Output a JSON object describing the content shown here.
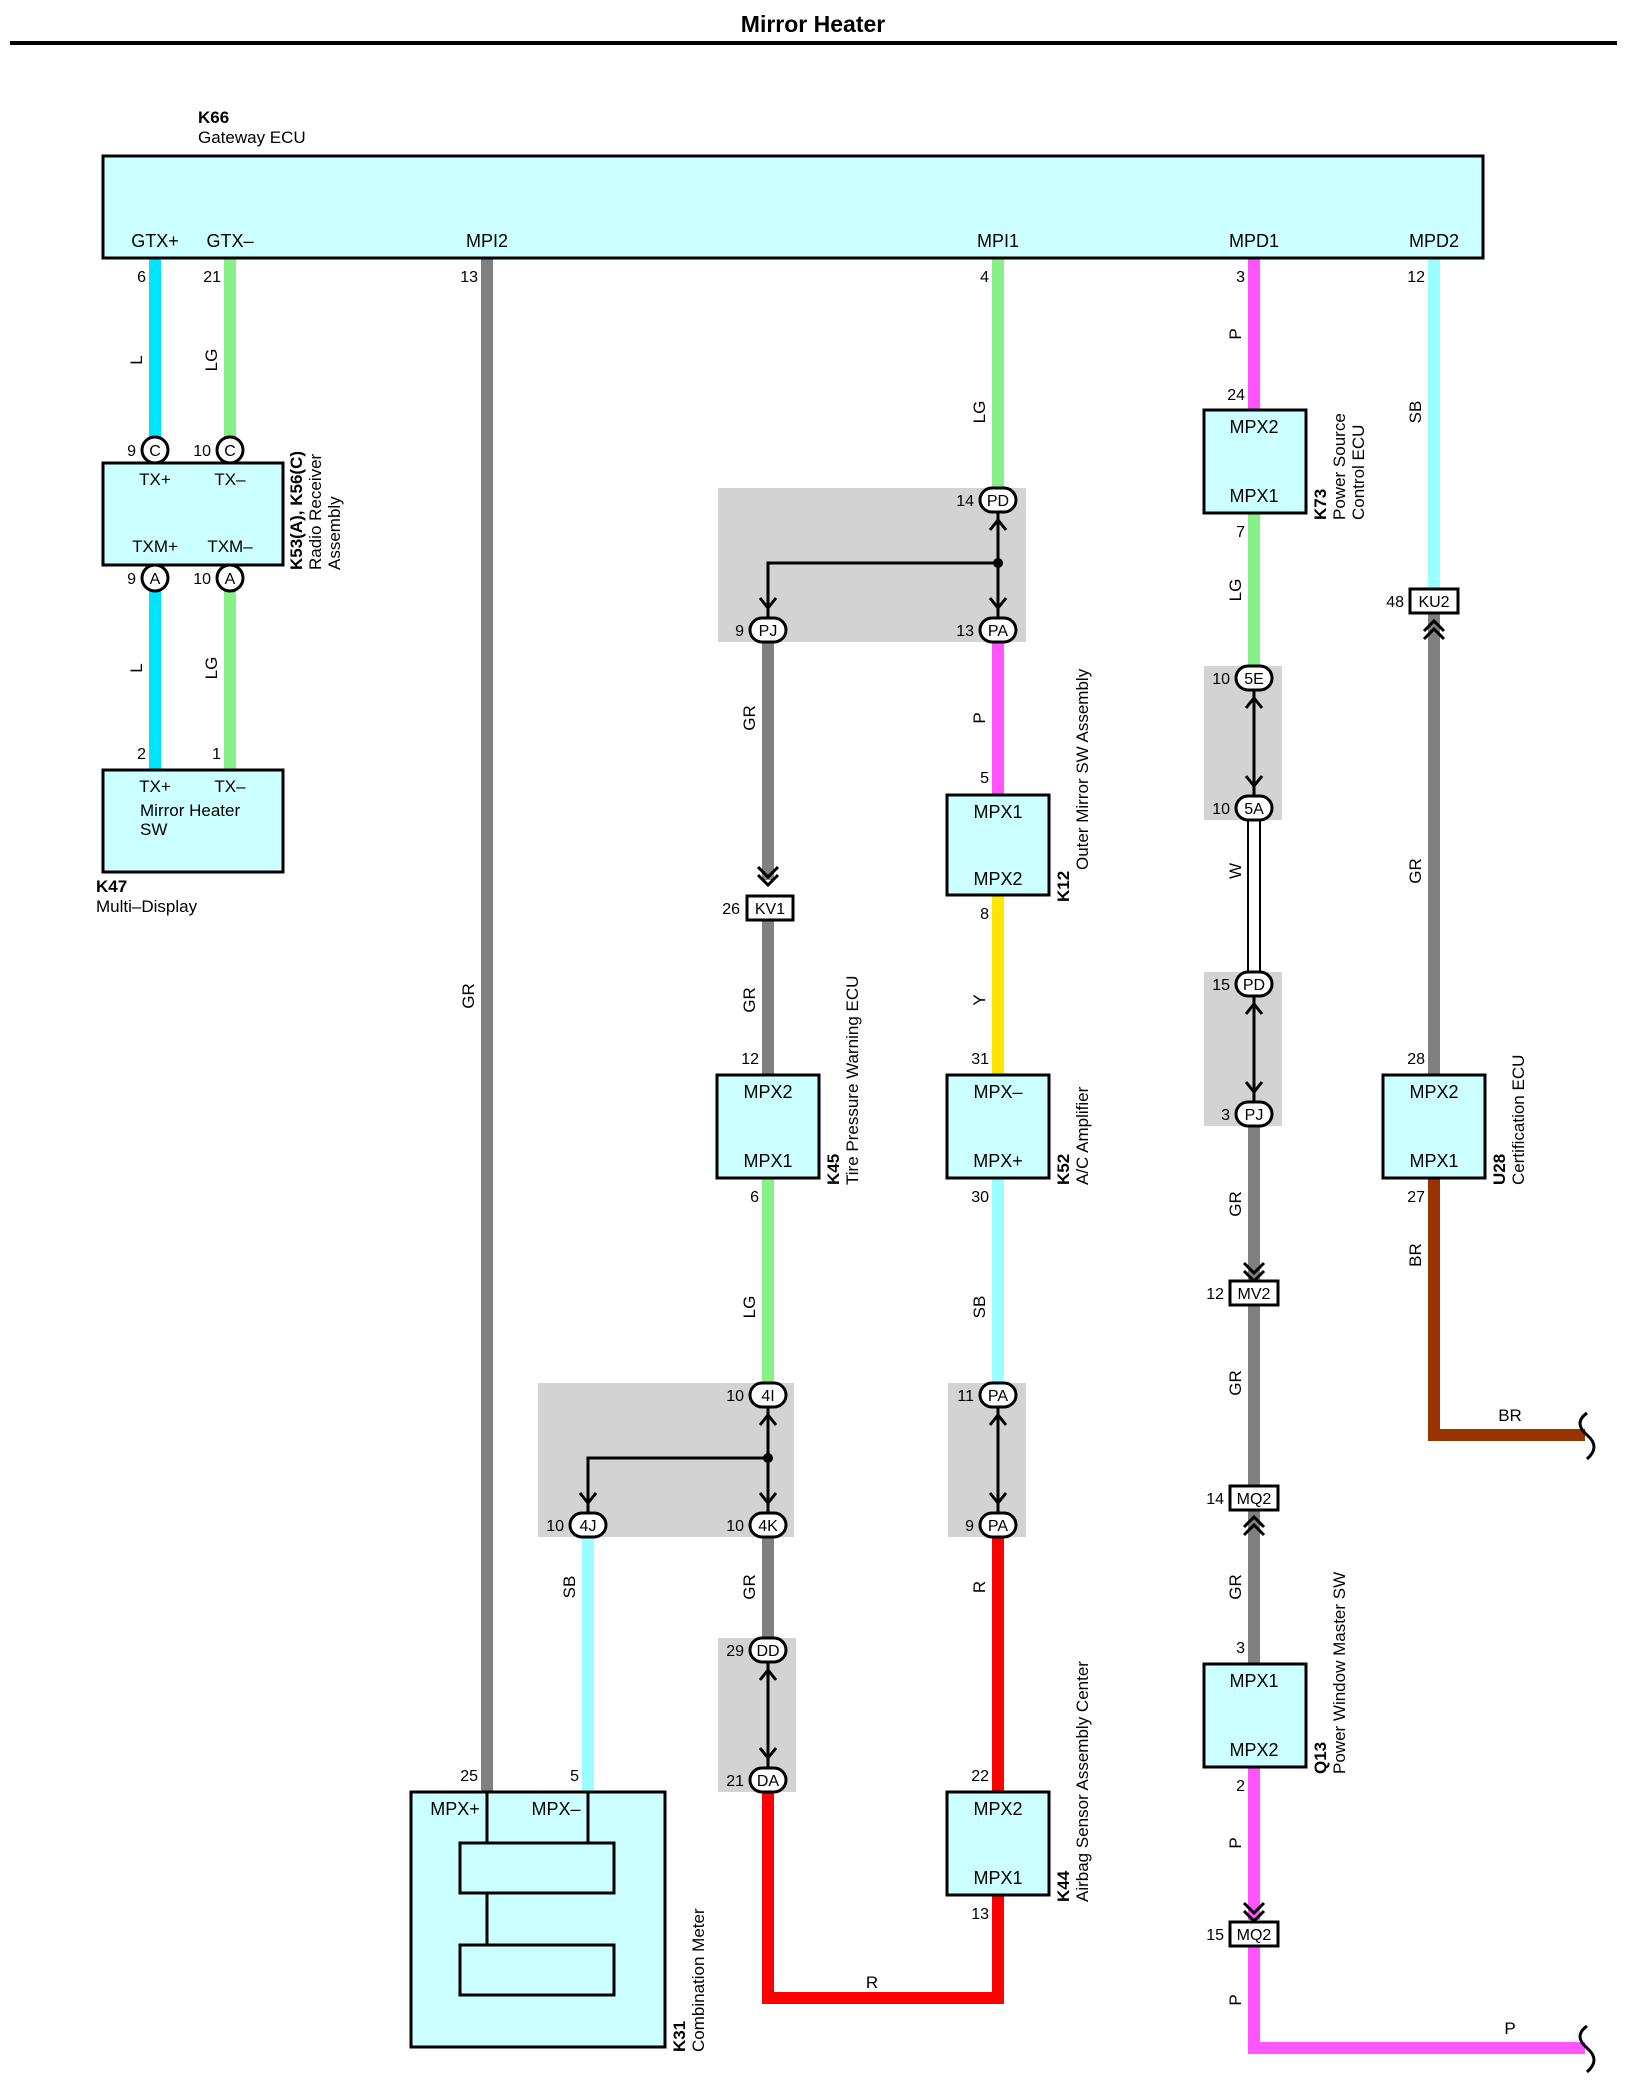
{
  "title": "Mirror Heater",
  "colors": {
    "L": "#00e5ff",
    "LG": "#88f088",
    "GR": "#808080",
    "P": "#ff55ff",
    "SB": "#99ffff",
    "Y": "#ffe600",
    "R": "#ff0000",
    "BR": "#993300",
    "W": "#ffffff",
    "component": "#ccffff",
    "junction": "#d3d3d3"
  },
  "components": {
    "k66": {
      "id": "K66",
      "name": "Gateway ECU",
      "pins": {
        "gtxp": "GTX+",
        "gtxm": "GTX–",
        "mpi2": "MPI2",
        "mpi1": "MPI1",
        "mpd1": "MPD1",
        "mpd2": "MPD2"
      }
    },
    "k53": {
      "id": "K53(A), K56(C)",
      "name1": "Radio Receiver",
      "name2": "Assembly",
      "pins": {
        "txp": "TX+",
        "txm": "TX–",
        "txmp": "TXM+",
        "txmm": "TXM–"
      }
    },
    "k47": {
      "id": "K47",
      "name": "Multi–Display",
      "inner1": "Mirror Heater",
      "inner2": "SW",
      "pins": {
        "txp": "TX+",
        "txm": "TX–"
      }
    },
    "k73": {
      "id": "K73",
      "name1": "Power Source",
      "name2": "Control ECU",
      "pins": {
        "top": "MPX2",
        "bottom": "MPX1"
      }
    },
    "k12": {
      "id": "K12",
      "name": "Outer Mirror SW Assembly",
      "pins": {
        "top": "MPX1",
        "bottom": "MPX2"
      }
    },
    "k45": {
      "id": "K45",
      "name": "Tire Pressure Warning ECU",
      "pins": {
        "top": "MPX2",
        "bottom": "MPX1"
      }
    },
    "k52": {
      "id": "K52",
      "name": "A/C Amplifier",
      "pins": {
        "top": "MPX–",
        "bottom": "MPX+"
      }
    },
    "u28": {
      "id": "U28",
      "name": "Certification ECU",
      "pins": {
        "top": "MPX2",
        "bottom": "MPX1"
      }
    },
    "k44": {
      "id": "K44",
      "name": "Airbag Sensor Assembly Center",
      "pins": {
        "top": "MPX2",
        "bottom": "MPX1"
      }
    },
    "q13": {
      "id": "Q13",
      "name": "Power Window Master SW",
      "pins": {
        "top": "MPX1",
        "bottom": "MPX2"
      }
    },
    "k31": {
      "id": "K31",
      "name": "Combination Meter",
      "pins": {
        "left": "MPX+",
        "right": "MPX–"
      }
    }
  },
  "wire_labels": {
    "w_L1": "L",
    "w_LG1": "LG",
    "w_L2": "L",
    "w_LG2": "LG",
    "w_GR_main": "GR",
    "w_LG_mpi1": "LG",
    "w_P_k12": "P",
    "w_Y": "Y",
    "w_SB_k52": "SB",
    "w_R_k44": "R",
    "w_R_bottom": "R",
    "w_GR_k45a": "GR",
    "w_GR_k45b": "GR",
    "w_LG_k45": "LG",
    "w_GR_4k": "GR",
    "w_SB_4j": "SB",
    "w_P_mpd1": "P",
    "w_LG_k73": "LG",
    "w_W": "W",
    "w_GR_q1": "GR",
    "w_GR_q2": "GR",
    "w_GR_q3": "GR",
    "w_P_q13": "P",
    "w_P_q13b": "P",
    "w_P_end": "P",
    "w_SB_mpd2": "SB",
    "w_GR_u28": "GR",
    "w_BR": "BR",
    "w_BR_end": "BR"
  },
  "connectors": {
    "c_k53_9": "C",
    "c_k53_10": "C",
    "a_k53_9": "A",
    "a_k53_10": "A",
    "pd_top": "PD",
    "pj_top": "PJ",
    "pa_top": "PA",
    "kv1": "KV1",
    "c_4i": "4I",
    "c_4j": "4J",
    "c_4k": "4K",
    "c_pa11": "PA",
    "c_pa9": "PA",
    "c_dd": "DD",
    "c_da": "DA",
    "c_5e": "5E",
    "c_5a": "5A",
    "c_pd15": "PD",
    "c_pj3": "PJ",
    "c_mv2": "MV2",
    "c_mq2a": "MQ2",
    "c_mq2b": "MQ2",
    "c_ku2": "KU2"
  },
  "pins": {
    "p6": "6",
    "p21": "21",
    "p13": "13",
    "p4": "4",
    "p3": "3",
    "p12": "12",
    "p9c": "9",
    "p10c": "10",
    "p9a": "9",
    "p10a": "10",
    "p2": "2",
    "p1": "1",
    "p24": "24",
    "p7": "7",
    "p14pd": "14",
    "p9pj": "9",
    "p13pa": "13",
    "p5": "5",
    "p8": "8",
    "p26": "26",
    "p12k45": "12",
    "p31": "31",
    "p6k45": "6",
    "p30": "30",
    "p10_4i": "10",
    "p11pa": "11",
    "p10_4j": "10",
    "p10_4k": "10",
    "p9pa": "9",
    "p29": "29",
    "p21da": "21",
    "p22": "22",
    "p13k44": "13",
    "p25": "25",
    "p5k31": "5",
    "p10_5e": "10",
    "p10_5a": "10",
    "p15pd": "15",
    "p3pj": "3",
    "p12mv2": "12",
    "p14mq2": "14",
    "p3q13": "3",
    "p2q13": "2",
    "p15mq2": "15",
    "p48": "48",
    "p28": "28",
    "p27": "27"
  }
}
